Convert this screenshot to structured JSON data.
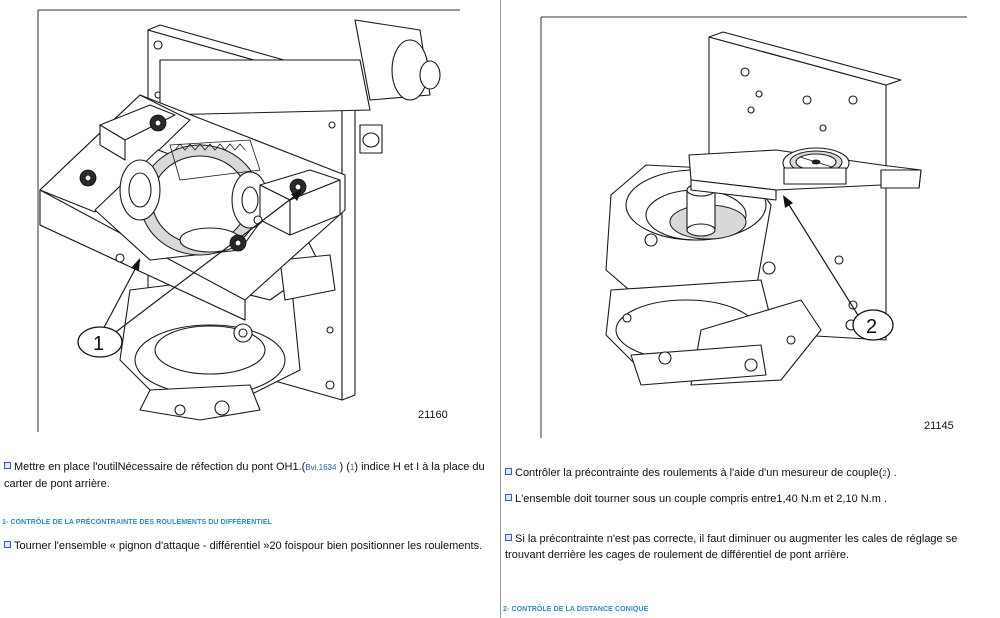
{
  "left": {
    "figure_number": "21160",
    "callout": "1",
    "step1": {
      "text_a": "Mettre en place l'outilNécessaire de réfection du pont OH1.(",
      "ref": "Bvi.1634",
      "text_b": " ) (",
      "callout_ref": "1",
      "text_c": ") indice H et I à la place du carter de pont arrière."
    },
    "heading": "1- CONTRÔLE DE LA PRÉCONTRAINTE DES ROULEMENTS DU DIFFÉRENTIEL",
    "step2": "Tourner l'ensemble « pignon d'attaque - différentiel »20  foispour bien positionner les roulements."
  },
  "right": {
    "figure_number": "21145",
    "callout": "2",
    "step1": {
      "text_a": "Contrôler la précontrainte des roulements à l'aide d'un mesureur de couple(",
      "callout_ref": "2",
      "text_b": ") ."
    },
    "step2": "L'ensemble doit tourner sous un couple compris entre1,40 N.m et 2,10 N.m .",
    "step3": "Si la précontrainte n'est pas correcte, il faut diminuer ou augmenter les cales de réglage se trouvant derrière les cages de roulement de différentiel de pont arrière.",
    "heading": "2- CONTRÔLE DE LA DISTANCE CONIQUE"
  }
}
